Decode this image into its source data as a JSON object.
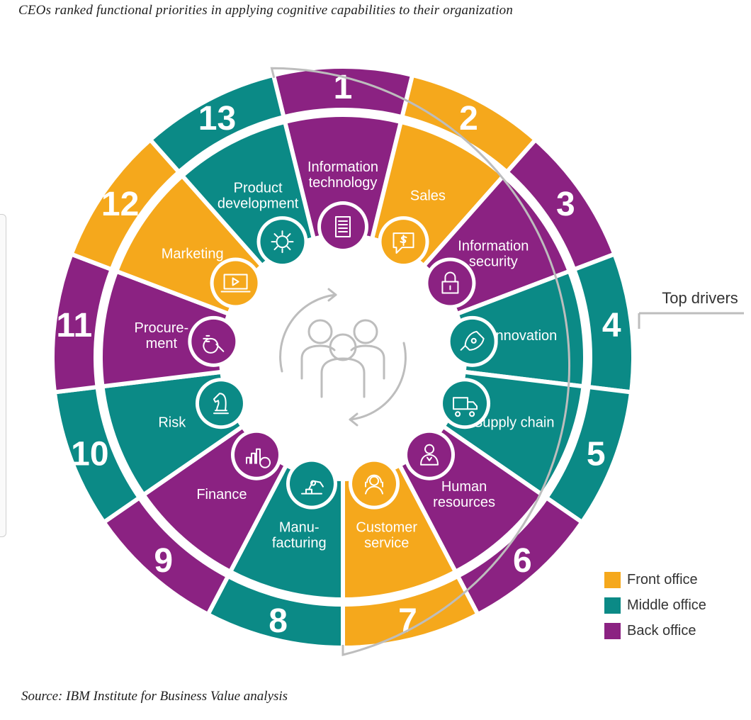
{
  "title": "CEOs ranked functional priorities in applying cognitive capabilities to their organization",
  "source": "Source: IBM Institute for Business Value analysis",
  "top_drivers_label": "Top drivers",
  "colors": {
    "front": "#F5A81C",
    "middle": "#0B8A86",
    "back": "#8B2282",
    "outline": "#bdbdbd"
  },
  "legend": [
    {
      "key": "front",
      "label": "Front office"
    },
    {
      "key": "middle",
      "label": "Middle office"
    },
    {
      "key": "back",
      "label": "Back office"
    }
  ],
  "segments": [
    {
      "rank": "1",
      "lines": [
        "Information",
        "technology"
      ],
      "office": "back",
      "icon": "server-icon"
    },
    {
      "rank": "2",
      "lines": [
        "Sales"
      ],
      "office": "front",
      "icon": "dollar-speech-bubble-icon"
    },
    {
      "rank": "3",
      "lines": [
        "Information",
        "security"
      ],
      "office": "back",
      "icon": "padlock-icon"
    },
    {
      "rank": "4",
      "lines": [
        "Innovation"
      ],
      "office": "middle",
      "icon": "rocket-icon"
    },
    {
      "rank": "5",
      "lines": [
        "Supply chain"
      ],
      "office": "middle",
      "icon": "delivery-truck-icon"
    },
    {
      "rank": "6",
      "lines": [
        "Human",
        "resources"
      ],
      "office": "back",
      "icon": "person-heart-icon"
    },
    {
      "rank": "7",
      "lines": [
        "Customer",
        "service"
      ],
      "office": "front",
      "icon": "headset-agent-icon"
    },
    {
      "rank": "8",
      "lines": [
        "Manu-",
        "facturing"
      ],
      "office": "middle",
      "icon": "robot-arm-icon"
    },
    {
      "rank": "9",
      "lines": [
        "Finance"
      ],
      "office": "back",
      "icon": "bar-chart-dollar-icon"
    },
    {
      "rank": "10",
      "lines": [
        "Risk"
      ],
      "office": "middle",
      "icon": "chess-knight-icon"
    },
    {
      "rank": "11",
      "lines": [
        "Procure-",
        "ment"
      ],
      "office": "back",
      "icon": "magnifier-circuit-icon"
    },
    {
      "rank": "12",
      "lines": [
        "Marketing"
      ],
      "office": "front",
      "icon": "video-play-icon"
    },
    {
      "rank": "13",
      "lines": [
        "Product",
        "development"
      ],
      "office": "middle",
      "icon": "gear-icon"
    }
  ],
  "center_icon": "people-cycle-icon"
}
